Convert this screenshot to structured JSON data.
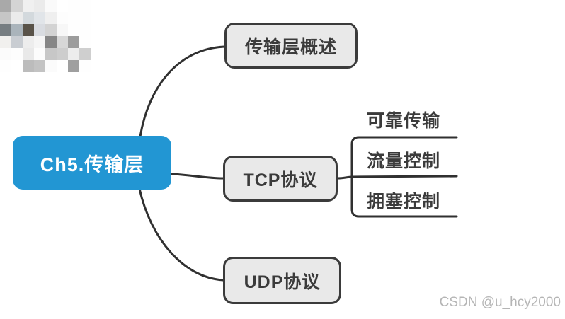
{
  "diagram": {
    "root": {
      "label": "Ch5.传输层"
    },
    "branches": [
      {
        "label": "传输层概述",
        "children": []
      },
      {
        "label": "TCP协议",
        "children": [
          "可靠传输",
          "流量控制",
          "拥塞控制"
        ]
      },
      {
        "label": "UDP协议",
        "children": []
      }
    ]
  },
  "watermark": {
    "text": "CSDN @u_hcy2000"
  },
  "colors": {
    "root_bg": "#2296d3",
    "root_text": "#ffffff",
    "branch_bg": "#e9e9e9",
    "branch_border": "#3b3b3b",
    "branch_text": "#3b3b3b",
    "connector_line": "#303030",
    "watermark_text": "#b5b5b5",
    "background": "#ffffff"
  },
  "mosaic": {
    "rows": [
      [
        "#a9a9a9",
        "#d4d4d4",
        "#f0f0f0",
        "#ebebeb",
        "#fafafa",
        "#ffffff",
        "#fefefe",
        "#fefefe"
      ],
      [
        "#c6c6c6",
        "#ebebeb",
        "#d3d9dd",
        "#e1e5e9",
        "#efefef",
        "#fdfdfd",
        "#fefefe",
        "#fefefe"
      ],
      [
        "#767d81",
        "#aab4bb",
        "#595349",
        "#d9dce1",
        "#d3d3d3",
        "#f7f7f7",
        "#fefefe",
        "#fefefe"
      ],
      [
        "#f1f0ee",
        "#c9cdd2",
        "#ededed",
        "#f5f5f5",
        "#868686",
        "#d7d7d7",
        "#9c9c9c",
        "#fefefe"
      ],
      [
        "#fbfbfb",
        "#fdfdfd",
        "#e9e9e9",
        "#fcfcfc",
        "#c7c7c7",
        "#cdcdcd",
        "#ededed",
        "#cfcfcf"
      ],
      [
        "#fefefe",
        "#ffffff",
        "#bcbcbc",
        "#c3c3c3",
        "#fbfbfb",
        "#ffffff",
        "#9f9f9f",
        "#fefefe"
      ]
    ]
  }
}
